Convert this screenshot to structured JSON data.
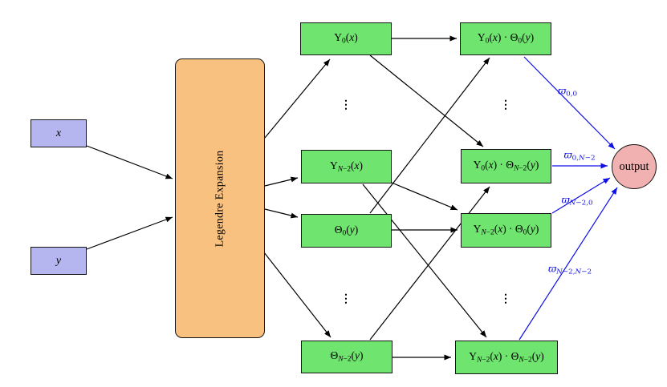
{
  "colors": {
    "input_fill": "#b5b5ef",
    "expansion_fill": "#f8c180",
    "node_fill": "#6fe56f",
    "output_fill": "#f2b1b1",
    "arrow_black": "#000000",
    "arrow_blue": "#0f0fe8",
    "border": "#141414"
  },
  "inputs": {
    "x": {
      "label": "x"
    },
    "y": {
      "label": "y"
    }
  },
  "expansion": {
    "label": "Legendre Expansion"
  },
  "basis": {
    "upsilon_0": {
      "parts": [
        {
          "text": "Υ"
        },
        {
          "text": "0",
          "sub": true
        },
        {
          "text": "("
        },
        {
          "text": "x",
          "it": true
        },
        {
          "text": ")"
        }
      ]
    },
    "upsilon_n2": {
      "parts": [
        {
          "text": "Υ"
        },
        {
          "text": "N",
          "sub": true,
          "it": true
        },
        {
          "text": "−2",
          "sub": true
        },
        {
          "text": "("
        },
        {
          "text": "x",
          "it": true
        },
        {
          "text": ")"
        }
      ]
    },
    "theta_0": {
      "parts": [
        {
          "text": "Θ"
        },
        {
          "text": "0",
          "sub": true
        },
        {
          "text": "("
        },
        {
          "text": "y",
          "it": true
        },
        {
          "text": ")"
        }
      ]
    },
    "theta_n2": {
      "parts": [
        {
          "text": "Θ"
        },
        {
          "text": "N",
          "sub": true,
          "it": true
        },
        {
          "text": "−2",
          "sub": true
        },
        {
          "text": "("
        },
        {
          "text": "y",
          "it": true
        },
        {
          "text": ")"
        }
      ]
    }
  },
  "products": {
    "p_0_0": {
      "parts": [
        {
          "text": "Υ"
        },
        {
          "text": "0",
          "sub": true
        },
        {
          "text": "("
        },
        {
          "text": "x",
          "it": true
        },
        {
          "text": ") · Θ"
        },
        {
          "text": "0",
          "sub": true
        },
        {
          "text": "("
        },
        {
          "text": "y",
          "it": true
        },
        {
          "text": ")"
        }
      ]
    },
    "p_0_n2": {
      "parts": [
        {
          "text": "Υ"
        },
        {
          "text": "0",
          "sub": true
        },
        {
          "text": "("
        },
        {
          "text": "x",
          "it": true
        },
        {
          "text": ") · Θ"
        },
        {
          "text": "N",
          "sub": true,
          "it": true
        },
        {
          "text": "−2",
          "sub": true
        },
        {
          "text": "("
        },
        {
          "text": "y",
          "it": true
        },
        {
          "text": ")"
        }
      ]
    },
    "p_n2_0": {
      "parts": [
        {
          "text": "Υ"
        },
        {
          "text": "N",
          "sub": true,
          "it": true
        },
        {
          "text": "−2",
          "sub": true
        },
        {
          "text": "("
        },
        {
          "text": "x",
          "it": true
        },
        {
          "text": ") · Θ"
        },
        {
          "text": "0",
          "sub": true
        },
        {
          "text": "("
        },
        {
          "text": "y",
          "it": true
        },
        {
          "text": ")"
        }
      ]
    },
    "p_n2_n2": {
      "parts": [
        {
          "text": "Υ"
        },
        {
          "text": "N",
          "sub": true,
          "it": true
        },
        {
          "text": "−2",
          "sub": true
        },
        {
          "text": "("
        },
        {
          "text": "x",
          "it": true
        },
        {
          "text": ") · Θ"
        },
        {
          "text": "N",
          "sub": true,
          "it": true
        },
        {
          "text": "−2",
          "sub": true
        },
        {
          "text": "("
        },
        {
          "text": "y",
          "it": true
        },
        {
          "text": ")"
        }
      ]
    }
  },
  "weights": {
    "w_0_0": {
      "parts": [
        {
          "text": "ϖ",
          "it": true
        },
        {
          "text": "0,0",
          "sub": true
        }
      ]
    },
    "w_0_n2": {
      "parts": [
        {
          "text": "ϖ",
          "it": true
        },
        {
          "text": "0,",
          "sub": true
        },
        {
          "text": "N",
          "sub": true,
          "it": true
        },
        {
          "text": "−2",
          "sub": true
        }
      ]
    },
    "w_n2_0": {
      "parts": [
        {
          "text": "ϖ",
          "it": true
        },
        {
          "text": "N",
          "sub": true,
          "it": true
        },
        {
          "text": "−2,0",
          "sub": true
        }
      ]
    },
    "w_n2_n2": {
      "parts": [
        {
          "text": "ϖ",
          "it": true
        },
        {
          "text": "N",
          "sub": true,
          "it": true
        },
        {
          "text": "−2,",
          "sub": true
        },
        {
          "text": "N",
          "sub": true,
          "it": true
        },
        {
          "text": "−2",
          "sub": true
        }
      ]
    }
  },
  "output": {
    "label": "output"
  },
  "ellipsis": "⋮"
}
